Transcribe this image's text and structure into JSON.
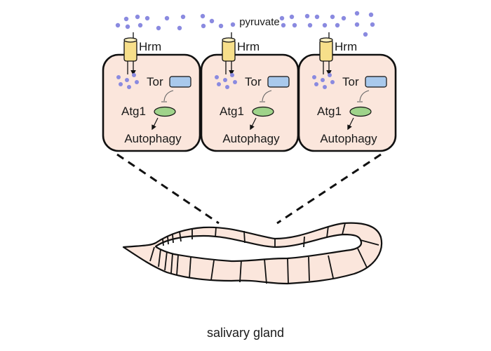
{
  "figure": {
    "extracellular_label": "pyruvate",
    "transporter_label": "Hrm",
    "tissue_label": "salivary gland",
    "cells": [
      {
        "tor_label": "Tor",
        "atg1_label": "Atg1",
        "process_label": "Autophagy"
      },
      {
        "tor_label": "Tor",
        "atg1_label": "Atg1",
        "process_label": "Autophagy"
      },
      {
        "tor_label": "Tor",
        "atg1_label": "Atg1",
        "process_label": "Autophagy"
      }
    ],
    "relations": [
      {
        "from": "pyruvate",
        "to": "cell interior",
        "via": "Hrm",
        "type": "transport"
      },
      {
        "from": "Tor",
        "to": "Atg1",
        "type": "inhibition"
      },
      {
        "from": "Atg1",
        "to": "Autophagy",
        "type": "activation"
      }
    ]
  },
  "colors": {
    "cell_fill": "#fbe6dc",
    "gland_fill": "#fbe6dc",
    "pyruvate_dot": "#8a8ae0",
    "hrm_fill": "#f7df8a",
    "tor_fill": "#a9c9ec",
    "atg1_fill": "#9fd38a",
    "outline": "#111111"
  }
}
